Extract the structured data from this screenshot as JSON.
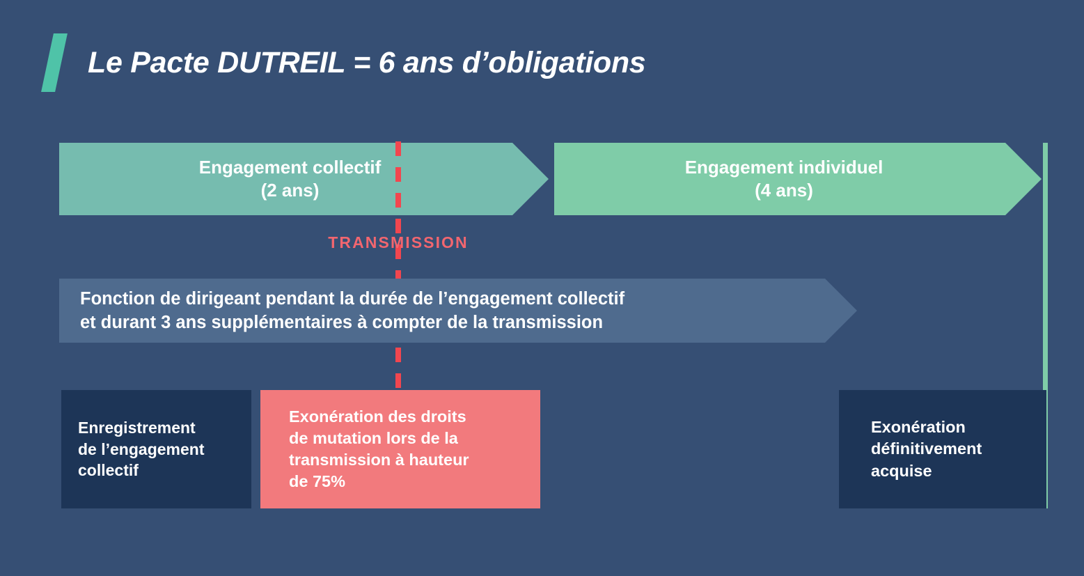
{
  "theme": {
    "background": "#364F74",
    "accent_teal": "#4FC3A8",
    "arrow_collective": "#76BCAF",
    "arrow_individual": "#7FCCA8",
    "arrow_dirigeant": "#4F6B8E",
    "navy_box": "#1D3557",
    "coral_box": "#F27A7D",
    "coral_text": "#F2666F",
    "dashed_red": "#F2464F",
    "text_white": "#FFFFFF"
  },
  "header": {
    "title": "Le Pacte DUTREIL = 6 ans d’obligations"
  },
  "timeline": {
    "collective": {
      "line1": "Engagement collectif",
      "line2": "(2 ans)"
    },
    "individual": {
      "line1": "Engagement individuel",
      "line2": "(4 ans)"
    },
    "transmission_label": "TRANSMISSION",
    "dirigeant": {
      "line1": "Fonction de dirigeant pendant la durée de l’engagement collectif",
      "line2": "et durant 3 ans supplémentaires à compter de la transmission"
    }
  },
  "boxes": {
    "registration": {
      "line1": "Enregistrement",
      "line2": "de l’engagement",
      "line3": "collectif"
    },
    "exoneration": {
      "line1": "Exonération des droits",
      "line2": "de mutation lors de la",
      "line3": "transmission à hauteur",
      "line4": "de 75%"
    },
    "definitive": {
      "line1": "Exonération",
      "line2": "définitivement",
      "line3": "acquise"
    }
  }
}
